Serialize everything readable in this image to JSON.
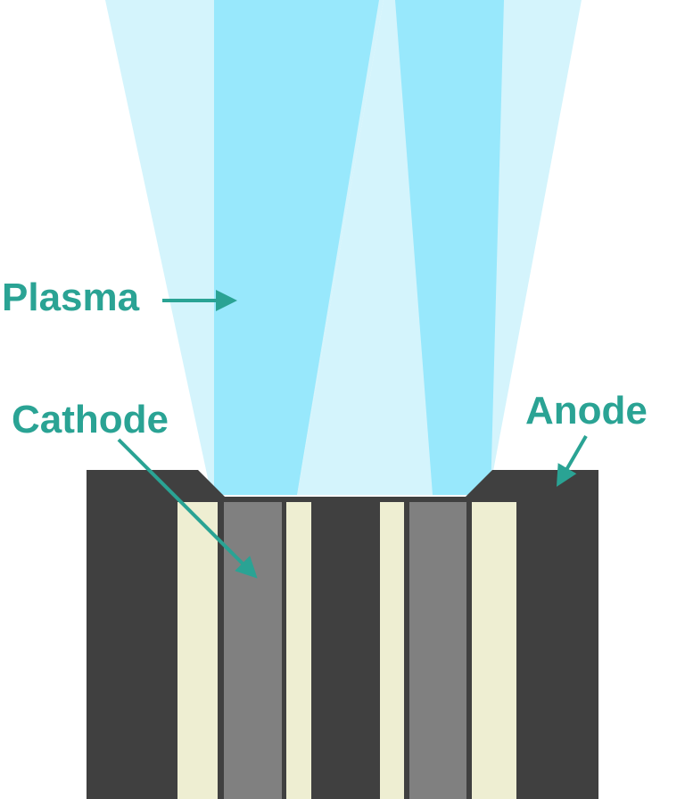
{
  "labels": {
    "plasma": "Plasma",
    "cathode": "Cathode",
    "anode": "Anode"
  },
  "colors": {
    "label": "#2aa394",
    "plasma_outer": "#d4f4fc",
    "plasma_core": "#98e8fc",
    "anode": "#404040",
    "cathode": "#808080",
    "insulator": "#eeeed2",
    "background": "#ffffff"
  }
}
